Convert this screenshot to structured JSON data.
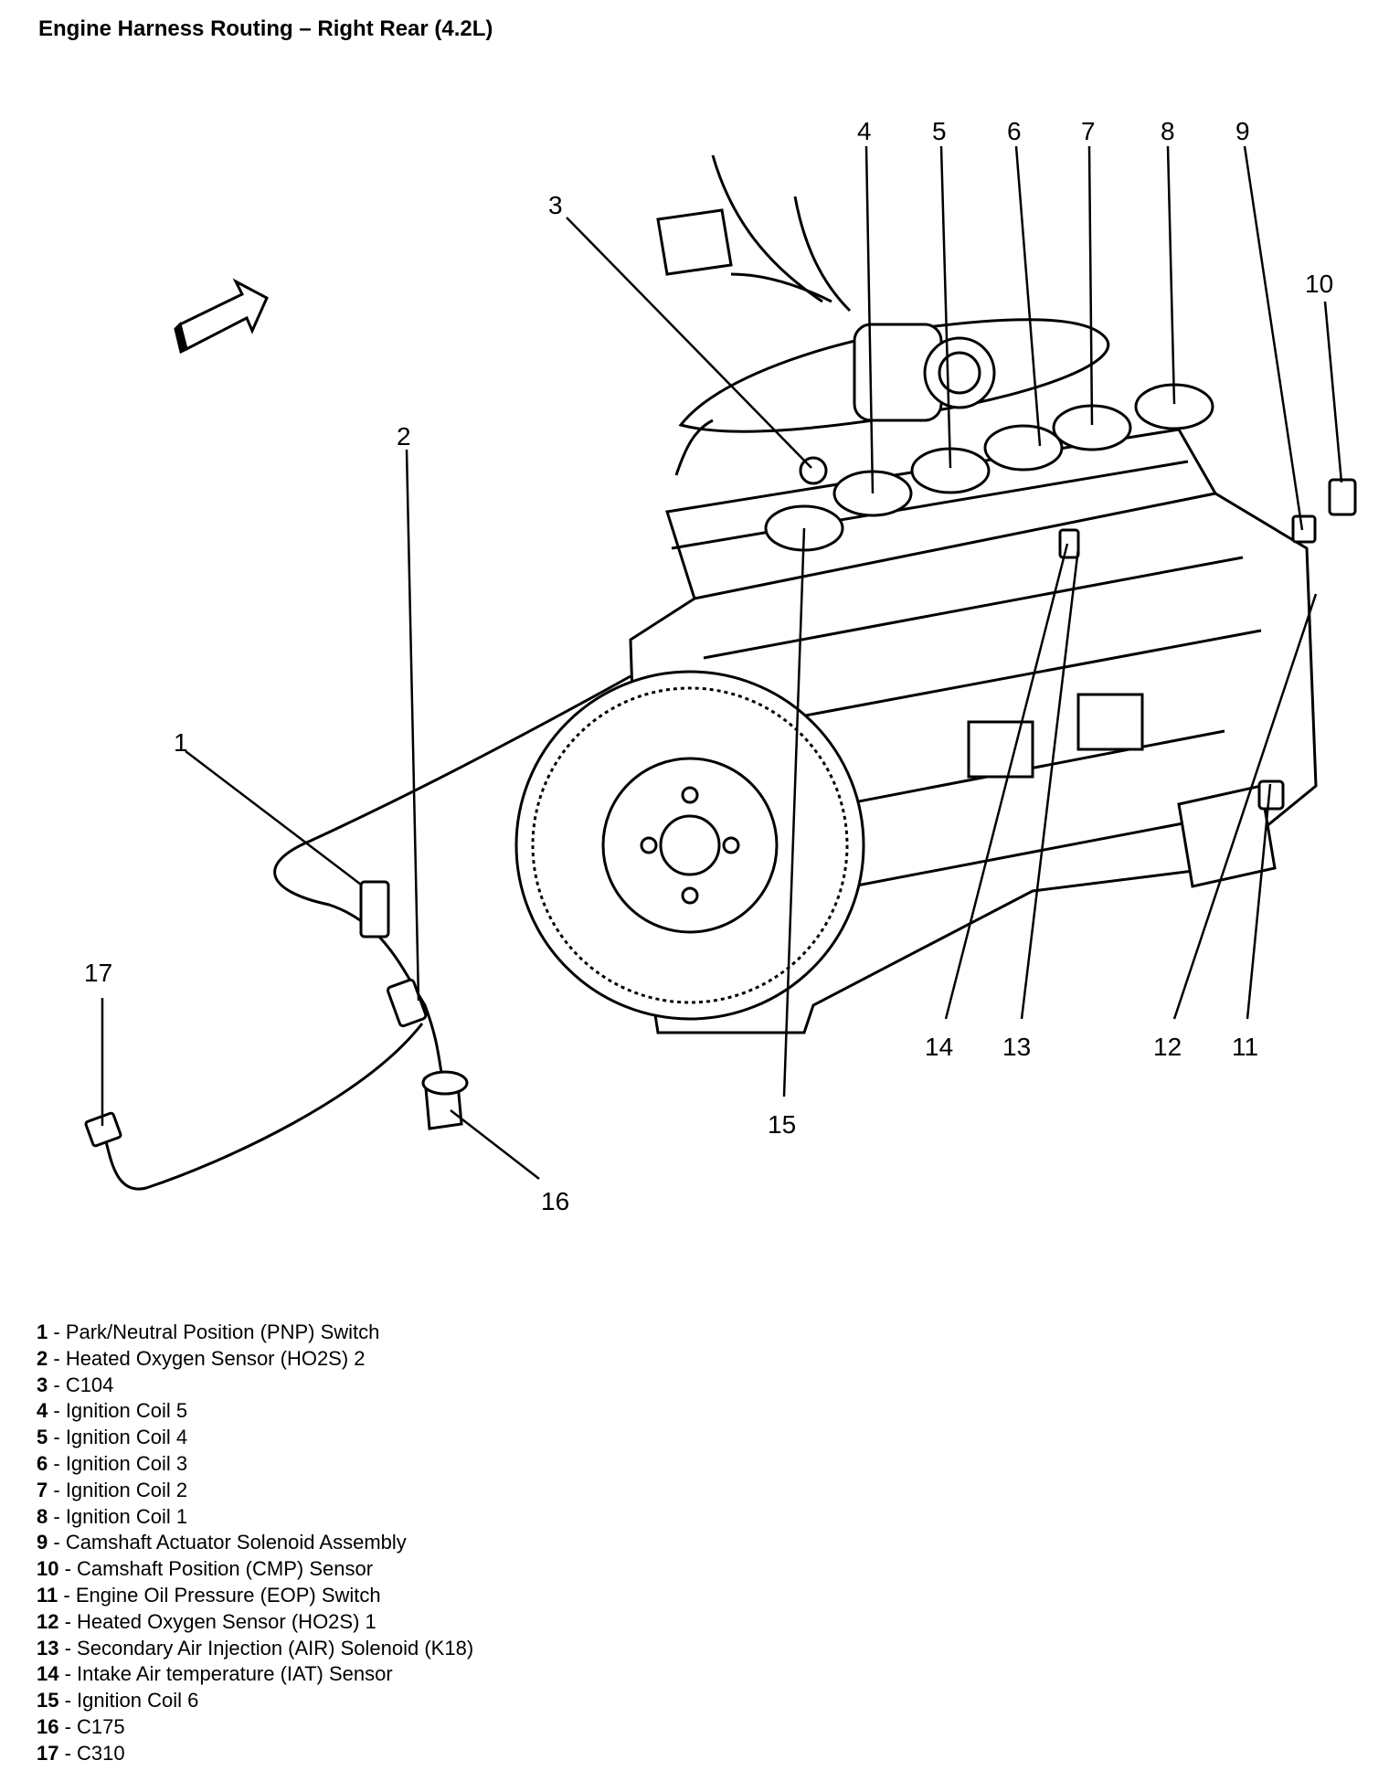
{
  "title": "Engine Harness Routing – Right Rear (4.2L)",
  "legend": [
    {
      "num": "1",
      "desc": "Park/Neutral Position (PNP) Switch"
    },
    {
      "num": "2",
      "desc": "Heated Oxygen Sensor (HO2S) 2"
    },
    {
      "num": "3",
      "desc": "C104"
    },
    {
      "num": "4",
      "desc": "Ignition Coil 5"
    },
    {
      "num": "5",
      "desc": "Ignition Coil 4"
    },
    {
      "num": "6",
      "desc": "Ignition Coil 3"
    },
    {
      "num": "7",
      "desc": "Ignition Coil 2"
    },
    {
      "num": "8",
      "desc": "Ignition Coil 1"
    },
    {
      "num": "9",
      "desc": "Camshaft Actuator Solenoid Assembly"
    },
    {
      "num": "10",
      "desc": "Camshaft Position (CMP) Sensor"
    },
    {
      "num": "11",
      "desc": "Engine Oil Pressure (EOP) Switch"
    },
    {
      "num": "12",
      "desc": "Heated Oxygen Sensor (HO2S) 1"
    },
    {
      "num": "13",
      "desc": "Secondary Air Injection (AIR) Solenoid (K18)"
    },
    {
      "num": "14",
      "desc": "Intake Air temperature (IAT) Sensor"
    },
    {
      "num": "15",
      "desc": "Ignition Coil 6"
    },
    {
      "num": "16",
      "desc": "C175"
    },
    {
      "num": "17",
      "desc": "C310"
    }
  ],
  "callouts": [
    "1",
    "2",
    "3",
    "4",
    "5",
    "6",
    "7",
    "8",
    "9",
    "10",
    "11",
    "12",
    "13",
    "14",
    "15",
    "16",
    "17"
  ]
}
